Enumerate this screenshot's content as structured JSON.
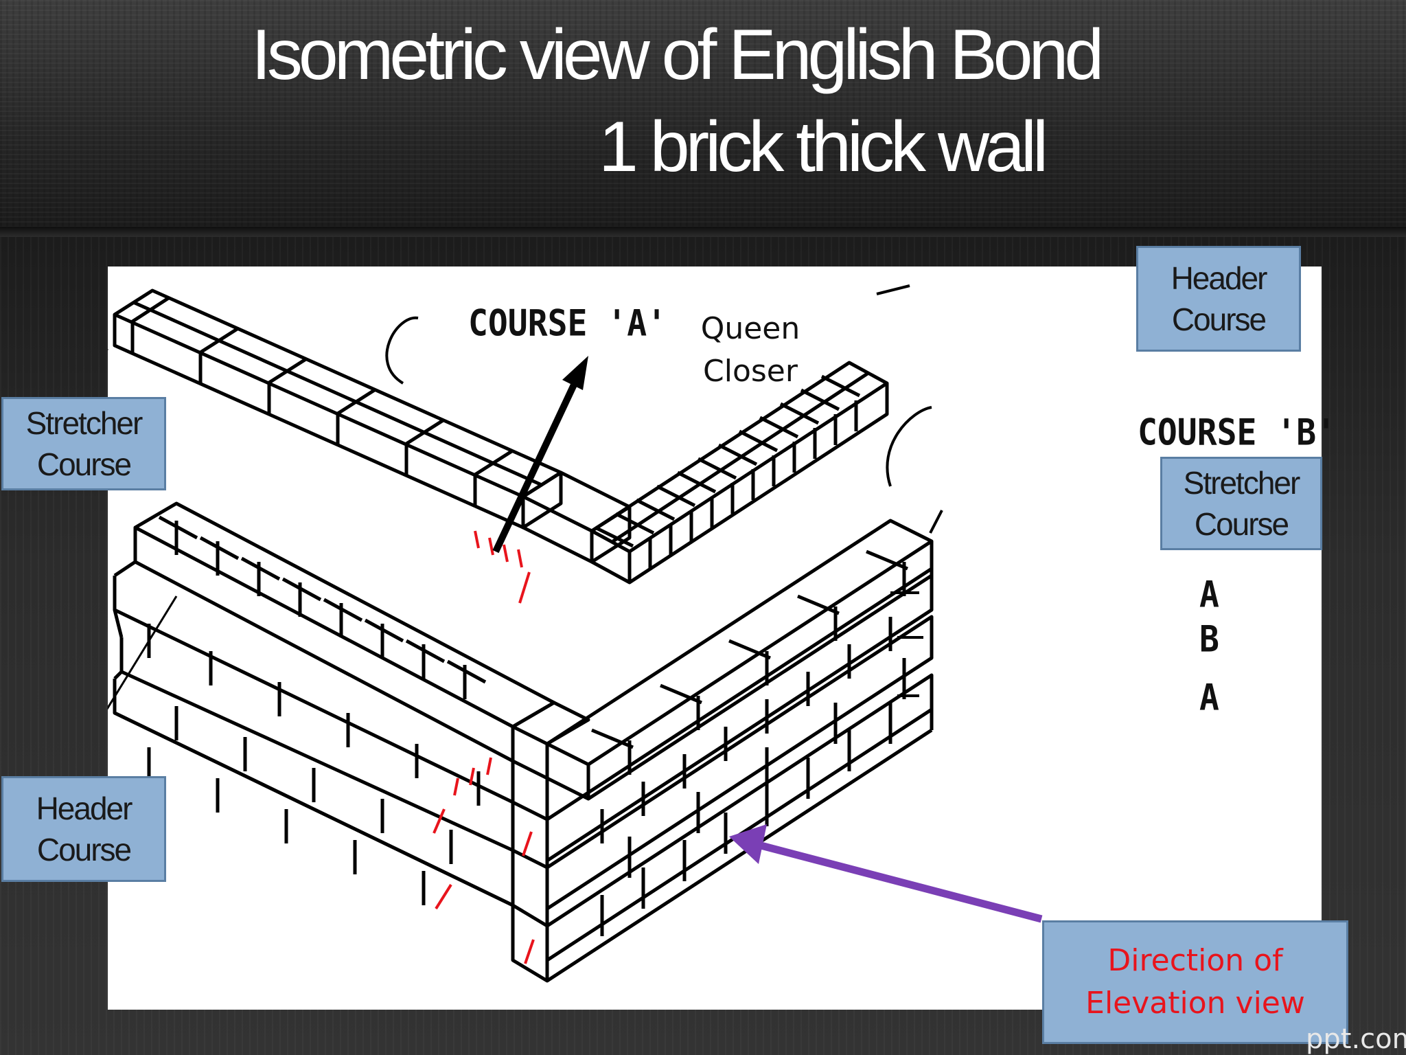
{
  "slide": {
    "title_line1": "Isometric view of English Bond",
    "title_line2": "1 brick thick wall"
  },
  "diagram": {
    "course_a_label": "COURSE 'A'",
    "course_b_label": "COURSE 'B'",
    "queen_closer": [
      "Queen",
      "Closer"
    ],
    "side_markers": [
      "A",
      "B",
      "A"
    ]
  },
  "callouts": {
    "stretcher_left": [
      "Stretcher",
      "Course"
    ],
    "header_left": [
      "Header",
      "Course"
    ],
    "header_right": [
      "Header",
      "Course"
    ],
    "stretcher_right": [
      "Stretcher",
      "Course"
    ],
    "direction": [
      "Direction of",
      "Elevation view"
    ]
  },
  "watermark": "ppt.com",
  "colors": {
    "callout_fill": "#8fb1d4",
    "direction_text": "#e8141c",
    "direction_arrow": "#7a3fb5",
    "closer_mark": "#e8141c"
  }
}
